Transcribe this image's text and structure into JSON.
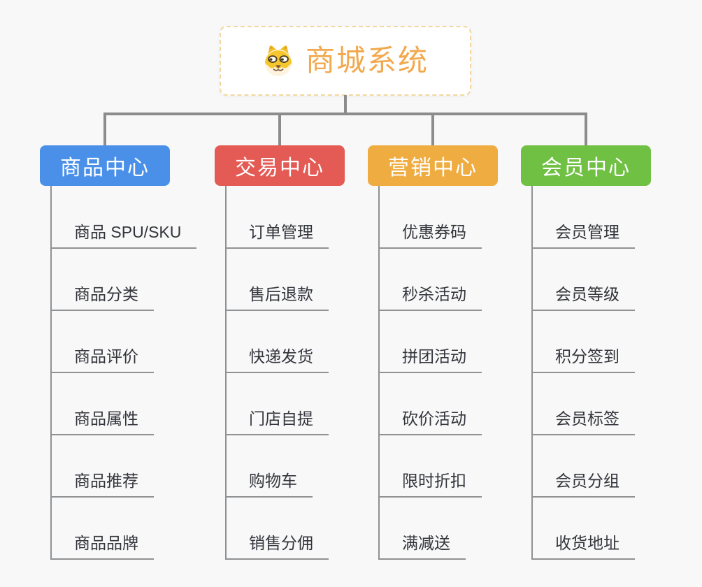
{
  "root": {
    "title": "商城系统",
    "icon": "dog-icon"
  },
  "branches": [
    {
      "label": "商品中心",
      "color": "#4a90e8",
      "items": [
        "商品 SPU/SKU",
        "商品分类",
        "商品评价",
        "商品属性",
        "商品推荐",
        "商品品牌"
      ]
    },
    {
      "label": "交易中心",
      "color": "#e45a54",
      "items": [
        "订单管理",
        "售后退款",
        "快递发货",
        "门店自提",
        "购物车",
        "销售分佣"
      ]
    },
    {
      "label": "营销中心",
      "color": "#efac41",
      "items": [
        "优惠券码",
        "秒杀活动",
        "拼团活动",
        "砍价活动",
        "限时折扣",
        "满减送"
      ]
    },
    {
      "label": "会员中心",
      "color": "#6fc043",
      "items": [
        "会员管理",
        "会员等级",
        "积分签到",
        "会员标签",
        "会员分组",
        "收货地址"
      ]
    }
  ],
  "colors": {
    "background": "#f8f8f8",
    "connector": "#8c8c8c",
    "root_text": "#f2a94d",
    "root_border": "#f4d7a0",
    "leaf_text": "#33353c"
  }
}
